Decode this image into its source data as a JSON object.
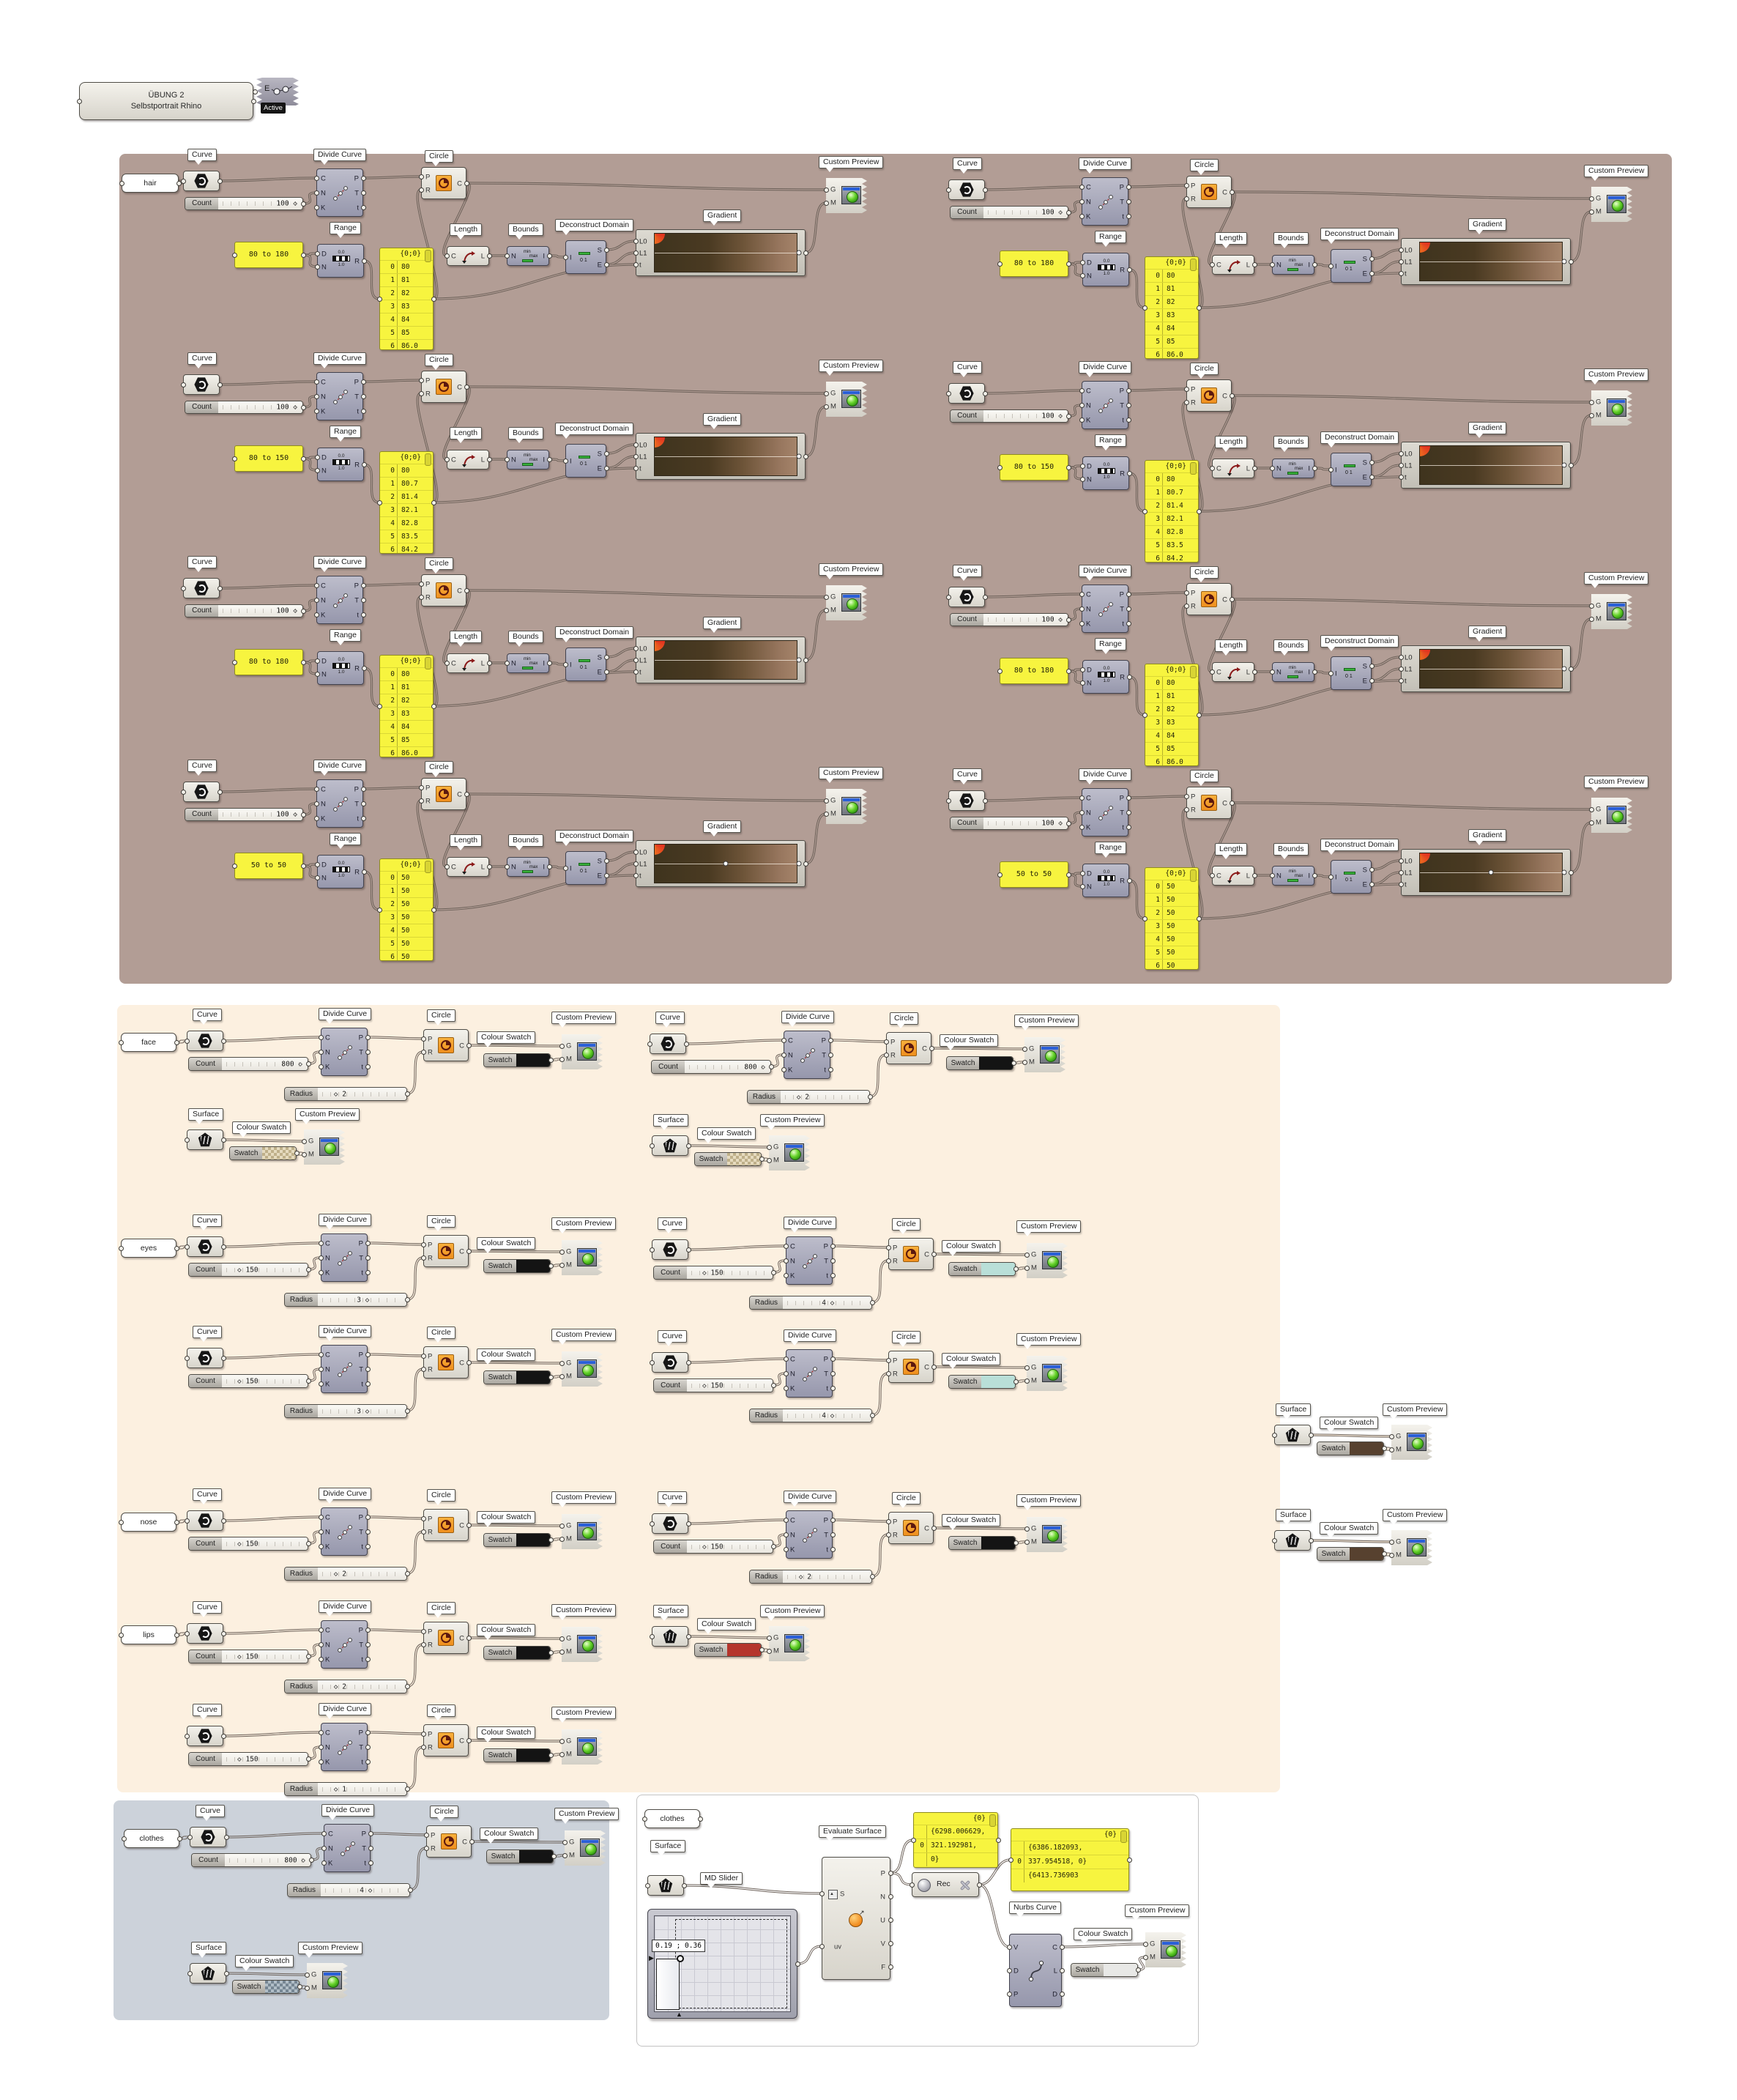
{
  "title": {
    "line1": "ÜBUNG 2",
    "line2": "Selbstportrait Rhino",
    "scribble_letter": "E",
    "active_label": "Active"
  },
  "labels": {
    "curve": "Curve",
    "divide": "Divide Curve",
    "circle": "Circle",
    "range": "Range",
    "length": "Length",
    "bounds": "Bounds",
    "dec_domain": "Deconstruct Domain",
    "gradient": "Gradient",
    "preview": "Custom Preview",
    "count": "Count",
    "radius": "Radius",
    "swatch": "Swatch",
    "colour_swatch": "Colour Swatch",
    "surface": "Surface",
    "eval_surface": "Evaluate Surface",
    "md_slider": "MD Slider",
    "nurbs": "Nurbs Curve",
    "rec": "Rec"
  },
  "ports": {
    "divide_in": [
      "C",
      "N",
      "K"
    ],
    "divide_out": [
      "P",
      "T",
      "t"
    ],
    "range_in": [
      "D",
      "N"
    ],
    "range_out": [
      "R"
    ],
    "circle_in": [
      "P",
      "R"
    ],
    "circle_out": [
      "C"
    ],
    "length_in": [
      "C"
    ],
    "length_out": [
      "L"
    ],
    "bounds_in": [
      "N"
    ],
    "bounds_out": [
      "I"
    ],
    "dec_in": [
      "I"
    ],
    "dec_out": [
      "S",
      "E"
    ],
    "gradient_in": [
      "L0",
      "L1",
      "t"
    ],
    "preview_in": [
      "G",
      "M"
    ],
    "eval_in": [
      "S",
      "uv"
    ],
    "eval_out": [
      "P",
      "N",
      "U",
      "V",
      "F"
    ],
    "nurbs_in": [
      "V",
      "D",
      "P"
    ],
    "nurbs_out": [
      "C",
      "L",
      "D"
    ]
  },
  "icon_text": {
    "range_top": "0.0",
    "range_bottom": "1.0",
    "bounds_min": "min",
    "bounds_max": "max",
    "dec_ticks": "0 1"
  },
  "hair": {
    "group_color": "#b29d95",
    "label": "hair",
    "count": "100 ◇",
    "list_header": "{0;0}",
    "rows": [
      {
        "range": "80 to 180",
        "list": [
          [
            "0",
            "80"
          ],
          [
            "1",
            "81"
          ],
          [
            "2",
            "82"
          ],
          [
            "3",
            "83"
          ],
          [
            "4",
            "84"
          ],
          [
            "5",
            "85"
          ],
          [
            "6",
            "86.0"
          ]
        ],
        "mid_grip": false
      },
      {
        "range": "80 to 150",
        "list": [
          [
            "0",
            "80"
          ],
          [
            "1",
            "80.7"
          ],
          [
            "2",
            "81.4"
          ],
          [
            "3",
            "82.1"
          ],
          [
            "4",
            "82.8"
          ],
          [
            "5",
            "83.5"
          ],
          [
            "6",
            "84.2"
          ]
        ],
        "mid_grip": false
      },
      {
        "range": "80 to 180",
        "list": [
          [
            "0",
            "80"
          ],
          [
            "1",
            "81"
          ],
          [
            "2",
            "82"
          ],
          [
            "3",
            "83"
          ],
          [
            "4",
            "84"
          ],
          [
            "5",
            "85"
          ],
          [
            "6",
            "86.0"
          ]
        ],
        "mid_grip": false
      },
      {
        "range": "50 to 50",
        "list": [
          [
            "0",
            "50"
          ],
          [
            "1",
            "50"
          ],
          [
            "2",
            "50"
          ],
          [
            "3",
            "50"
          ],
          [
            "4",
            "50"
          ],
          [
            "5",
            "50"
          ],
          [
            "6",
            "50"
          ]
        ],
        "mid_grip": true
      }
    ]
  },
  "face": {
    "group_color": "#fcf0e0",
    "clusters": [
      {
        "label": "face",
        "o": [
          255,
          1407
        ],
        "count": "800 ◇",
        "count_align": "right",
        "radius": "◇ 2",
        "radius_align": "left",
        "swatch": "#141414",
        "checker": false
      },
      {
        "o": [
          887,
          1411
        ],
        "count": "800 ◇",
        "count_align": "right",
        "radius": "◇ 2",
        "radius_align": "left",
        "swatch": "#141414",
        "checker": false
      },
      {
        "label": "eyes",
        "o": [
          255,
          1688
        ],
        "count": "◇ 150",
        "count_align": "left",
        "radius": "3 ◇",
        "radius_align": "mid",
        "swatch": "#141414",
        "checker": false
      },
      {
        "o": [
          255,
          1840
        ],
        "count": "◇ 150",
        "count_align": "left",
        "radius": "3 ◇",
        "radius_align": "mid",
        "swatch": "#141414",
        "checker": false
      },
      {
        "o": [
          890,
          1692
        ],
        "count": "◇ 150",
        "count_align": "left",
        "radius": "4 ◇",
        "radius_align": "mid",
        "swatch": "#b9dfd8",
        "checker": false
      },
      {
        "o": [
          890,
          1846
        ],
        "count": "◇ 150",
        "count_align": "left",
        "radius": "4 ◇",
        "radius_align": "mid",
        "swatch": "#b9dfd8",
        "checker": false
      },
      {
        "label": "nose",
        "o": [
          255,
          2062
        ],
        "count": "◇ 150",
        "count_align": "left",
        "radius": "◇ 2",
        "radius_align": "left",
        "swatch": "#141414",
        "checker": false
      },
      {
        "o": [
          890,
          2066
        ],
        "count": "◇ 150",
        "count_align": "left",
        "radius": "◇ 2",
        "radius_align": "left",
        "swatch": "#141414",
        "checker": false
      },
      {
        "label": "lips",
        "o": [
          255,
          2216
        ],
        "count": "◇ 150",
        "count_align": "left",
        "radius": "◇ 2",
        "radius_align": "left",
        "swatch": "#141414",
        "checker": false
      },
      {
        "o": [
          255,
          2356
        ],
        "count": "◇ 150",
        "count_align": "left",
        "radius": "◇ 1",
        "radius_align": "left",
        "swatch": "#141414",
        "checker": false
      }
    ],
    "surface_stacks": [
      {
        "o": [
          255,
          1542
        ],
        "swatch": "#d9c89d",
        "checker": true
      },
      {
        "o": [
          890,
          1550
        ],
        "swatch": "#d9c89d",
        "checker": true
      },
      {
        "o": [
          1740,
          1945
        ],
        "swatch": "#57412f",
        "checker": false
      },
      {
        "o": [
          1740,
          2089
        ],
        "swatch": "#57412f",
        "checker": false
      },
      {
        "o": [
          890,
          2220
        ],
        "swatch": "#b5352c",
        "checker": false
      }
    ]
  },
  "clothes_left": {
    "group_color": "#ccd2da",
    "cluster": {
      "label": "clothes",
      "o": [
        259,
        2494
      ],
      "count": "800 ◇",
      "count_align": "right",
      "radius": "4 ◇",
      "radius_align": "mid",
      "swatch": "#141414",
      "checker": false
    },
    "surface": {
      "o": [
        259,
        2680
      ],
      "swatch": "#8699a7",
      "checker": true
    }
  },
  "clothes_right": {
    "panel_label": "clothes",
    "md_value": "0.19 ; 0.36",
    "swatch": "#e8e8e6",
    "panel1": {
      "header": "{0}",
      "rows": [
        [
          "",
          "{6298.006629,"
        ],
        [
          "0",
          "321.192981,"
        ],
        [
          "",
          "0}"
        ]
      ]
    },
    "panel2": {
      "header": "{0}",
      "rows": [
        [
          "",
          "{6386.182093,"
        ],
        [
          "0",
          "337.954518, 0}"
        ],
        [
          "",
          "{6413.736903"
        ]
      ]
    }
  }
}
